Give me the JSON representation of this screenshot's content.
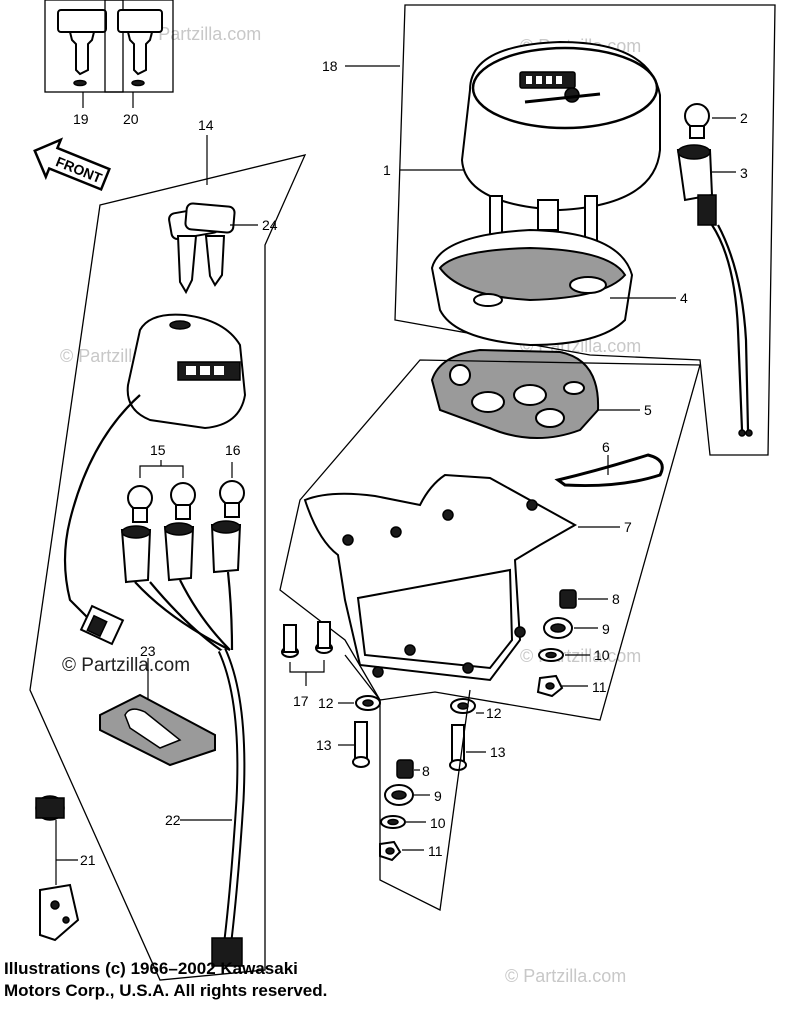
{
  "front_label": "FRONT",
  "watermark_text": "© Partzilla.com",
  "watermark_strong": "© Partzilla.com",
  "callouts": [
    "1",
    "2",
    "3",
    "4",
    "5",
    "6",
    "7",
    "8",
    "9",
    "10",
    "11",
    "12",
    "13",
    "14",
    "15",
    "16",
    "17",
    "18",
    "19",
    "20",
    "21",
    "22",
    "23",
    "24",
    "8",
    "9",
    "10",
    "11",
    "12",
    "13"
  ],
  "copyright": {
    "line1": "Illustrations (c) 1966–2002 Kawasaki",
    "line2": "Motors Corp., U.S.A.  All rights reserved."
  },
  "colors": {
    "ink": "#000000",
    "watermark": "#c8c8c8",
    "background": "#ffffff"
  }
}
